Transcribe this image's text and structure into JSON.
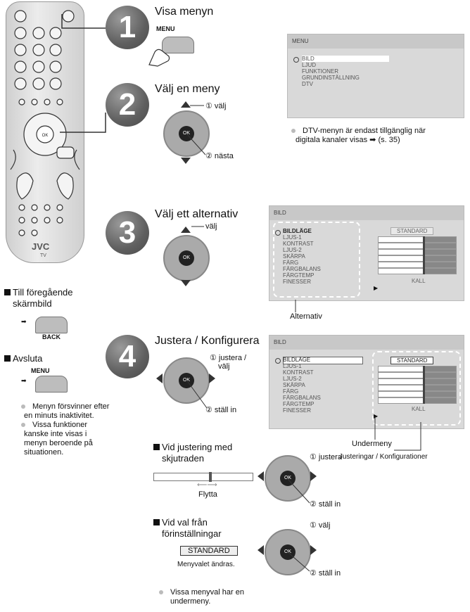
{
  "remote": {
    "brand": "JVC",
    "model_label": "TV",
    "ok_label": "OK"
  },
  "steps": [
    {
      "number": "1",
      "title": "Visa menyn"
    },
    {
      "number": "2",
      "title": "Välj en meny"
    },
    {
      "number": "3",
      "title": "Välj ett alternativ"
    },
    {
      "number": "4",
      "title": "Justera / Konfigurera"
    }
  ],
  "keys": {
    "menu": "MENU",
    "back": "BACK"
  },
  "labels": {
    "valj1": "① välj",
    "nasta": "② nästa",
    "valj3": "välj",
    "justera_valj": "① justera /",
    "justera_valj2": "välj",
    "stall_in": "② ställ in",
    "alternativ": "Alternativ",
    "undermeny": "Undermeny",
    "justeringar": "Justeringar / Konfigurationer",
    "flytta": "Flytta",
    "justera": "① justera",
    "stall_in2": "② ställ in",
    "valj_b": "① välj",
    "stall_in3": "② ställ in",
    "menyvalet": "Menyvalet ändras."
  },
  "menu_screen": {
    "header": "MENU",
    "items": [
      "BILD",
      "LJUD",
      "FUNKTIONER",
      "GRUNDINSTÄLLNING",
      "DTV"
    ]
  },
  "dtv_note": {
    "line1": "DTV-menyn är endast tillgänglig när",
    "line2": "digitala kanaler visas ➡ (s. 35)"
  },
  "bild_screen": {
    "header": "BILD",
    "items": [
      "BILDLÄGE",
      "LJUS-1",
      "KONTRAST",
      "LJUS-2",
      "SKÄRPA",
      "FÄRG",
      "FÄRGBALANS",
      "FÄRGTEMP",
      "FINESSER"
    ],
    "mode_value": "STANDARD",
    "temp_value": "KALL"
  },
  "left_notes": {
    "prev_heading1": "Till föregående",
    "prev_heading2": "skärmbild",
    "exit_heading": "Avsluta",
    "bullet1_l1": "Menyn försvinner efter",
    "bullet1_l2": "en minuts inaktivitet.",
    "bullet2_l1": "Vissa funktioner",
    "bullet2_l2": "kanske inte visas i",
    "bullet2_l3": "menyn beroende på",
    "bullet2_l4": "situationen."
  },
  "slider_section": {
    "heading1": "Vid justering med",
    "heading2": "skjutraden"
  },
  "preset_section": {
    "heading1": "Vid val från",
    "heading2": "förinställningar",
    "preset_value": "STANDARD"
  },
  "bottom_note": {
    "line1": "Vissa menyval har en",
    "line2": "undermeny."
  },
  "slider_levels": [
    0.58,
    0.58,
    0.58,
    0.58,
    0.58,
    0.58
  ]
}
